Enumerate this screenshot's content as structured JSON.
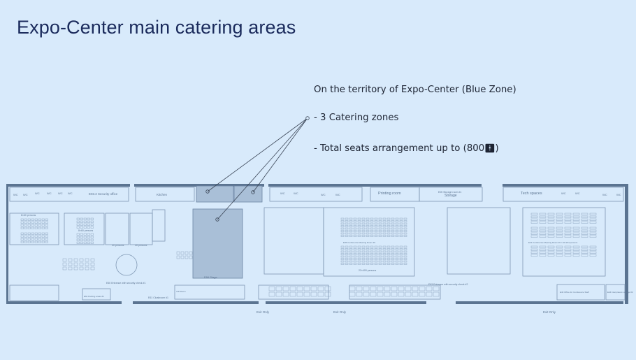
{
  "slide": {
    "title": "Expo-Center main catering areas",
    "info_heading": "On the territory of Expo-Center (Blue Zone)",
    "bullet_zones": "- 3 Catering zones",
    "bullet_seats": "- Total seats arrangement up to (800",
    "seats_icon": "people-icon",
    "seats_close": ")"
  },
  "colors": {
    "background": "#d8eafb",
    "title": "#1b2b5c",
    "wall": "#5b7491",
    "line": "#7f97b3",
    "catering_fill": "#a9bfd7",
    "callout": "#3a4556"
  },
  "plan": {
    "wc": "WC",
    "security_office": "E03.2 Security office",
    "kitchen": "Kitchen",
    "printing_room": "Printing room",
    "storage_code": "E05 Storage room #1",
    "storage": "Storage",
    "tech_spaces": "Tech spaces",
    "room_a": "8×60 persons",
    "room_b": "8×60 persons",
    "room_c": "40 persons",
    "room_d": "40 persons",
    "stage": "E66 Stage",
    "entrance_1": "E60 Entrance with security check #1",
    "entrance_2": "E63 Entrance with security check #2",
    "cloakroom": "E61 Cloakroom #1",
    "parking": "E62 Parking areas #1",
    "meeting_1": "E35 Conference Meeting Room #1",
    "meeting_1_cap": "22×400 persons",
    "meeting_2": "E41 Conference Meeting Room #2 / 22×224 persons",
    "vip": "VIP Room",
    "office_staff": "E43 Office for Conference Staff",
    "lounge": "E44 Interpreters Lounge #2",
    "exit": "Exit Only"
  }
}
